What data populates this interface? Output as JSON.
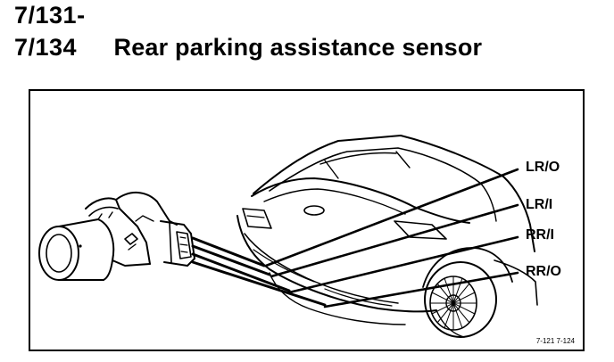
{
  "header": {
    "ref_line_1": "7/131-",
    "ref_line_2": "7/134",
    "title": "Rear parking assistance sensor"
  },
  "diagram": {
    "callouts": [
      {
        "id": "lr-o",
        "label": "LR/O"
      },
      {
        "id": "lr-i",
        "label": "LR/I"
      },
      {
        "id": "rr-i",
        "label": "RR/I"
      },
      {
        "id": "rr-o",
        "label": "RR/O"
      }
    ],
    "figure_id": "7-121  7-124"
  }
}
